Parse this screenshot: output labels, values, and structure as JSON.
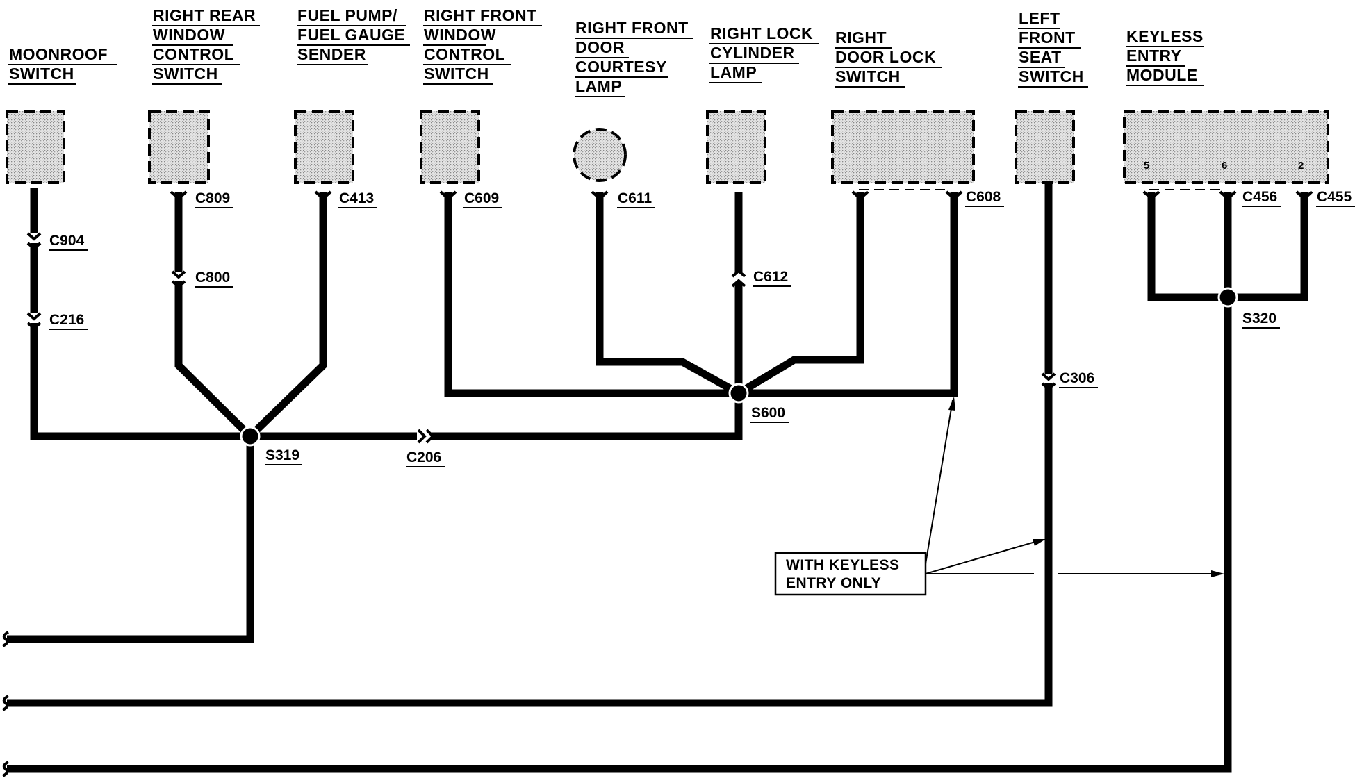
{
  "components": {
    "moonroof_switch": [
      "MOONROOF",
      "SWITCH"
    ],
    "right_rear_window_control_switch": [
      "RIGHT REAR",
      "WINDOW",
      "CONTROL",
      "SWITCH"
    ],
    "fuel_pump_fuel_gauge_sender": [
      "FUEL PUMP/",
      "FUEL GAUGE",
      "SENDER"
    ],
    "right_front_window_control_switch": [
      "RIGHT FRONT",
      "WINDOW",
      "CONTROL",
      "SWITCH"
    ],
    "right_front_door_courtesy_lamp": [
      "RIGHT FRONT",
      "DOOR",
      "COURTESY",
      "LAMP"
    ],
    "right_lock_cylinder_lamp": [
      "RIGHT LOCK",
      "CYLINDER",
      "LAMP"
    ],
    "right_door_lock_switch": [
      "RIGHT",
      "DOOR LOCK",
      "SWITCH"
    ],
    "left_front_seat_switch": [
      "LEFT",
      "FRONT",
      "SEAT",
      "SWITCH"
    ],
    "keyless_entry_module": [
      "KEYLESS",
      "ENTRY",
      "MODULE"
    ]
  },
  "connectors": {
    "c904": "C904",
    "c216": "C216",
    "c809": "C809",
    "c800": "C800",
    "c413": "C413",
    "c609": "C609",
    "c611": "C611",
    "c612": "C612",
    "c608": "C608",
    "c456": "C456",
    "c455": "C455",
    "c306": "C306",
    "c206": "C206"
  },
  "splices": {
    "s319": "S319",
    "s600": "S600",
    "s320": "S320"
  },
  "pins": {
    "p5": "5",
    "p6": "6",
    "p2": "2"
  },
  "note": [
    "WITH KEYLESS",
    "ENTRY ONLY"
  ],
  "colors": {
    "wire": "#000000",
    "component_fill": "#d8d8d8",
    "background": "#ffffff"
  }
}
